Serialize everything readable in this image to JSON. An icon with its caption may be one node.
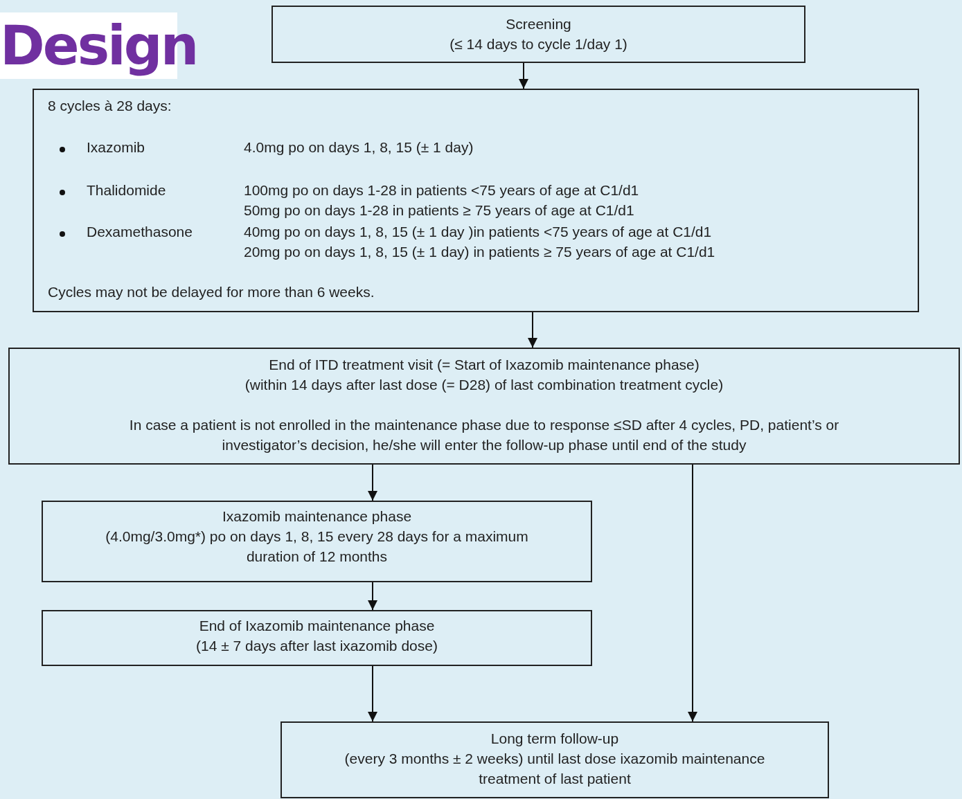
{
  "diagram": {
    "title": "Design",
    "nodes": [
      {
        "text": [
          "Screening",
          "(≤ 14 days to cycle 1/day 1)"
        ]
      },
      {
        "text": [
          "8 cycles à 28 days:",
          "Ixazomib",
          "4.0mg po on days 1, 8, 15 (± 1 day)",
          "Thalidomide",
          "100mg po on days 1-28 in patients <75 years of age at C1/d1",
          "50mg po on days 1-28 in patients ≥ 75 years of age at C1/d1",
          "Dexamethasone",
          "40mg po on days 1, 8, 15 (± 1 day )in patients <75 years of age at C1/d1",
          "20mg po on days 1, 8, 15 (± 1 day) in patients ≥ 75 years of age at C1/d1",
          "Cycles may not be delayed for more than 6 weeks."
        ]
      },
      {
        "text": [
          "End of ITD treatment visit (= Start of Ixazomib maintenance phase)",
          "(within 14 days after last dose (= D28) of last combination treatment cycle)",
          "In case a patient is not enrolled in the maintenance phase due to response ≤SD after 4 cycles, PD, patient’s or investigator’s decision, he/she will enter the follow-up phase until end of the study"
        ]
      },
      {
        "text": [
          "Ixazomib maintenance phase",
          "(4.0mg/3.0mg*) po on days 1, 8, 15 every 28 days for a maximum duration of 12 months"
        ]
      },
      {
        "text": [
          "End of Ixazomib maintenance phase",
          "(14 ± 7 days after last ixazomib dose)"
        ]
      },
      {
        "text": [
          "Long term follow-up",
          "(every 3 months ± 2 weeks) until last dose ixazomib maintenance treatment of last patient"
        ]
      }
    ],
    "edges": [
      {
        "from": 0,
        "to": 1,
        "arrow": "to"
      },
      {
        "from": 1,
        "to": 2,
        "arrow": "to"
      },
      {
        "from": 2,
        "to": 3,
        "arrow": "to"
      },
      {
        "from": 3,
        "to": 4,
        "arrow": "to"
      },
      {
        "from": 4,
        "to": 5,
        "arrow": "to"
      },
      {
        "from": 2,
        "to": 5,
        "arrow": "to"
      }
    ]
  }
}
